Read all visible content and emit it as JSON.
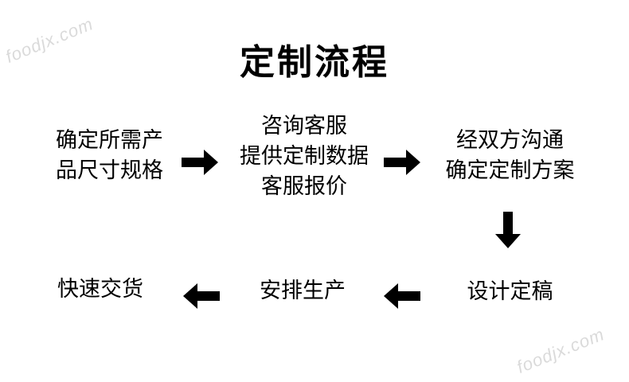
{
  "title": "定制流程",
  "watermark": "foodjx.com",
  "steps": [
    {
      "lines": [
        "确定所需产",
        "品尺寸规格"
      ]
    },
    {
      "lines": [
        "咨询客服",
        "提供定制数据",
        "客服报价"
      ]
    },
    {
      "lines": [
        "经双方沟通",
        "确定定制方案"
      ]
    },
    {
      "lines": [
        "设计定稿"
      ]
    },
    {
      "lines": [
        "安排生产"
      ]
    },
    {
      "lines": [
        "快速交货"
      ]
    }
  ],
  "arrow_icons": [
    "arrow-right-icon",
    "arrow-right-icon",
    "arrow-down-icon",
    "arrow-left-icon",
    "arrow-left-icon"
  ]
}
